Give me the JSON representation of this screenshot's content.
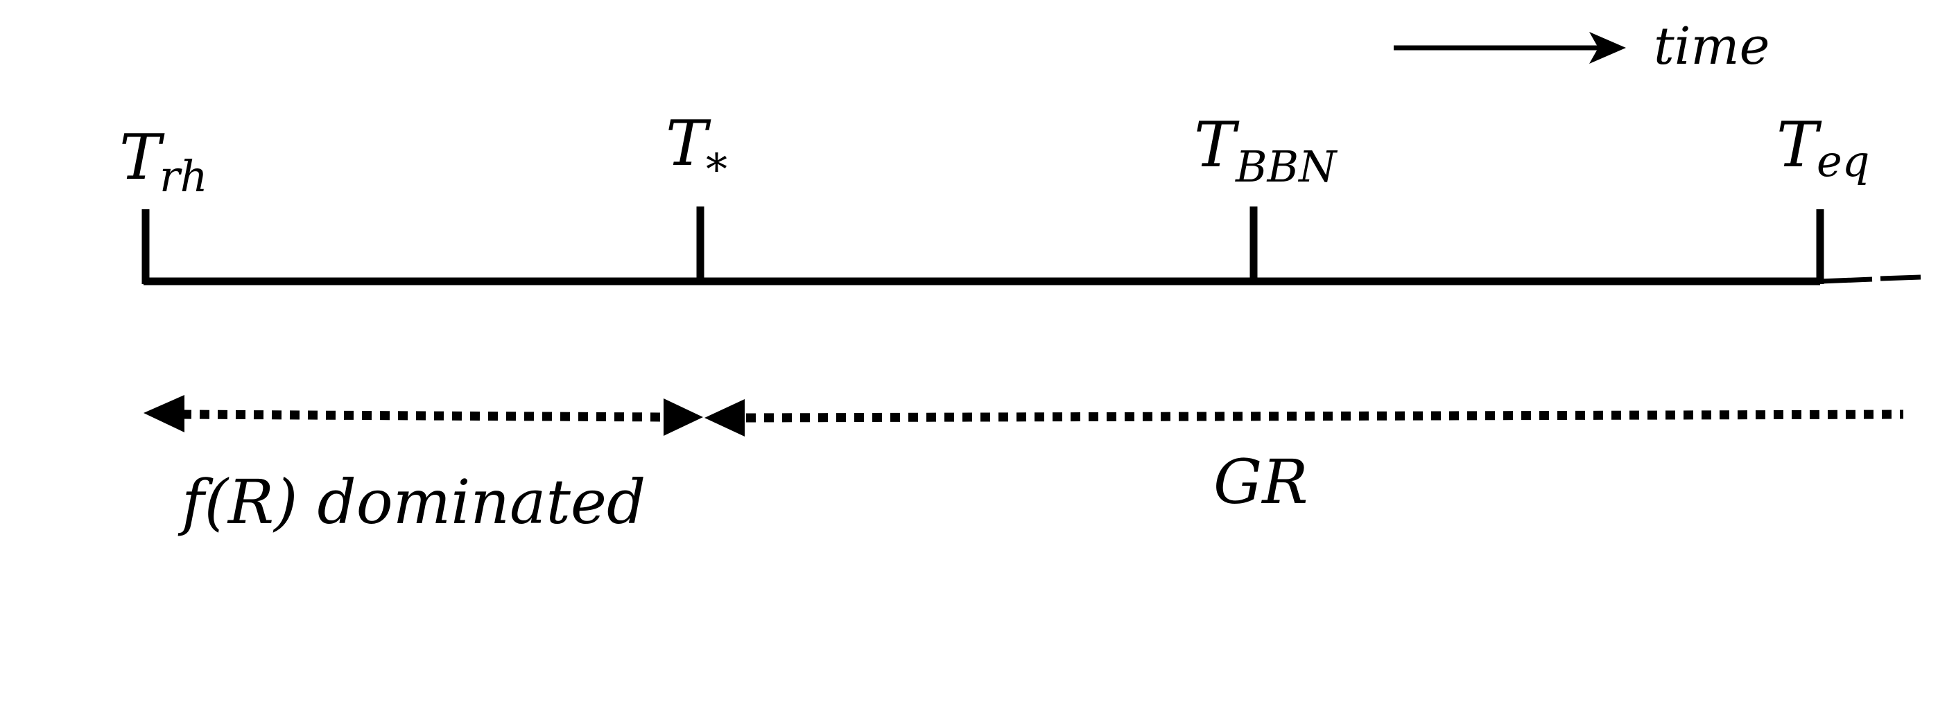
{
  "diagram": {
    "time_arrow_label": "time",
    "epochs": [
      {
        "symbol": "T",
        "subscript": "rh"
      },
      {
        "symbol": "T",
        "subscript": "*"
      },
      {
        "symbol": "T",
        "subscript": "BBN"
      },
      {
        "symbol": "T",
        "subscript": "eq"
      }
    ],
    "regions": [
      {
        "label": "f(R) dominated"
      },
      {
        "label": "GR"
      }
    ],
    "colors": {
      "ink": "#000000",
      "background": "#ffffff"
    }
  }
}
